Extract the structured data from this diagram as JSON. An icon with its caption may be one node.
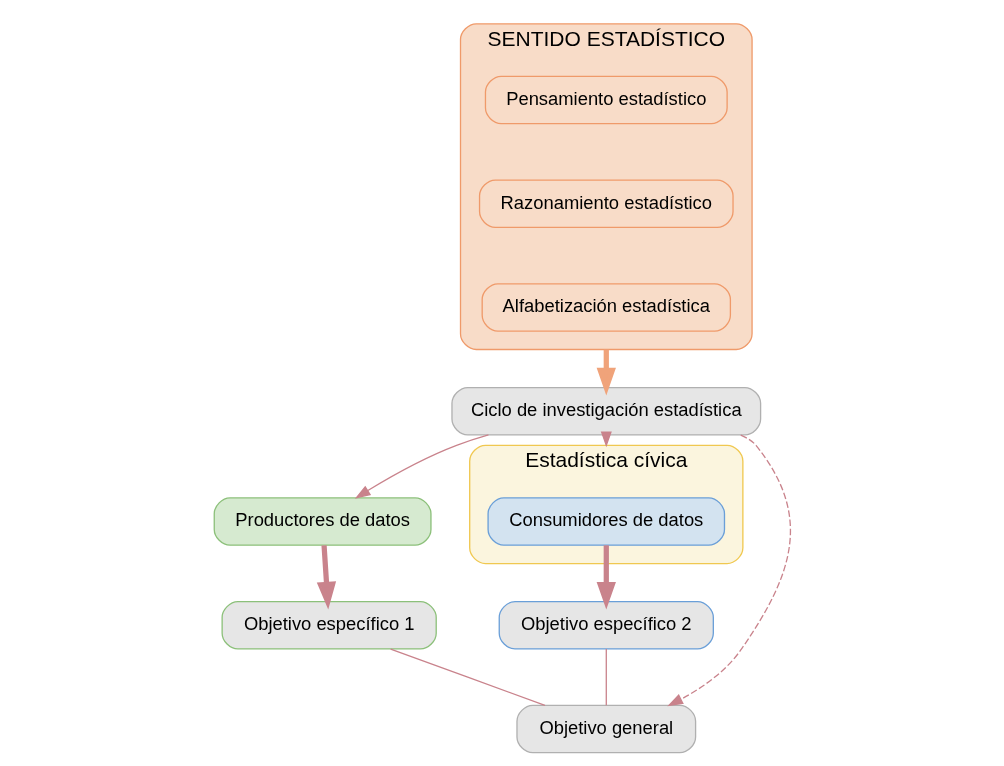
{
  "diagram": {
    "nodes": [
      {
        "text": [
          "SENTIDO ESTADÍSTICO"
        ]
      },
      {
        "text": [
          "Pensamiento estadístico"
        ],
        "in": 0
      },
      {
        "text": [
          "Razonamiento estadístico"
        ],
        "in": 0
      },
      {
        "text": [
          "Alfabetización estadística"
        ],
        "in": 0
      },
      {
        "text": [
          "Ciclo de investigación estadística"
        ]
      },
      {
        "text": [
          "Productores de datos"
        ]
      },
      {
        "text": [
          "Estadística cívica"
        ]
      },
      {
        "text": [
          "Consumidores de datos"
        ],
        "in": 6
      },
      {
        "text": [
          "Objetivo específico 1"
        ]
      },
      {
        "text": [
          "Objetivo específico 2"
        ]
      },
      {
        "text": [
          "Objetivo general"
        ]
      }
    ],
    "edges": [
      {
        "from": 0,
        "to": 4,
        "arrow": "to",
        "style": "thick",
        "color": "#f0a37a"
      },
      {
        "from": 4,
        "to": 5,
        "arrow": "to"
      },
      {
        "from": 4,
        "to": 6,
        "arrow": "to"
      },
      {
        "from": 4,
        "to": 10,
        "arrow": "to",
        "style": "dashed"
      },
      {
        "from": 5,
        "to": 8,
        "arrow": "to",
        "style": "thick"
      },
      {
        "from": 7,
        "to": 9,
        "arrow": "to",
        "style": "thick"
      },
      {
        "from": 8,
        "to": 10,
        "arrow": "none"
      },
      {
        "from": 9,
        "to": 10,
        "arrow": "none"
      }
    ]
  }
}
